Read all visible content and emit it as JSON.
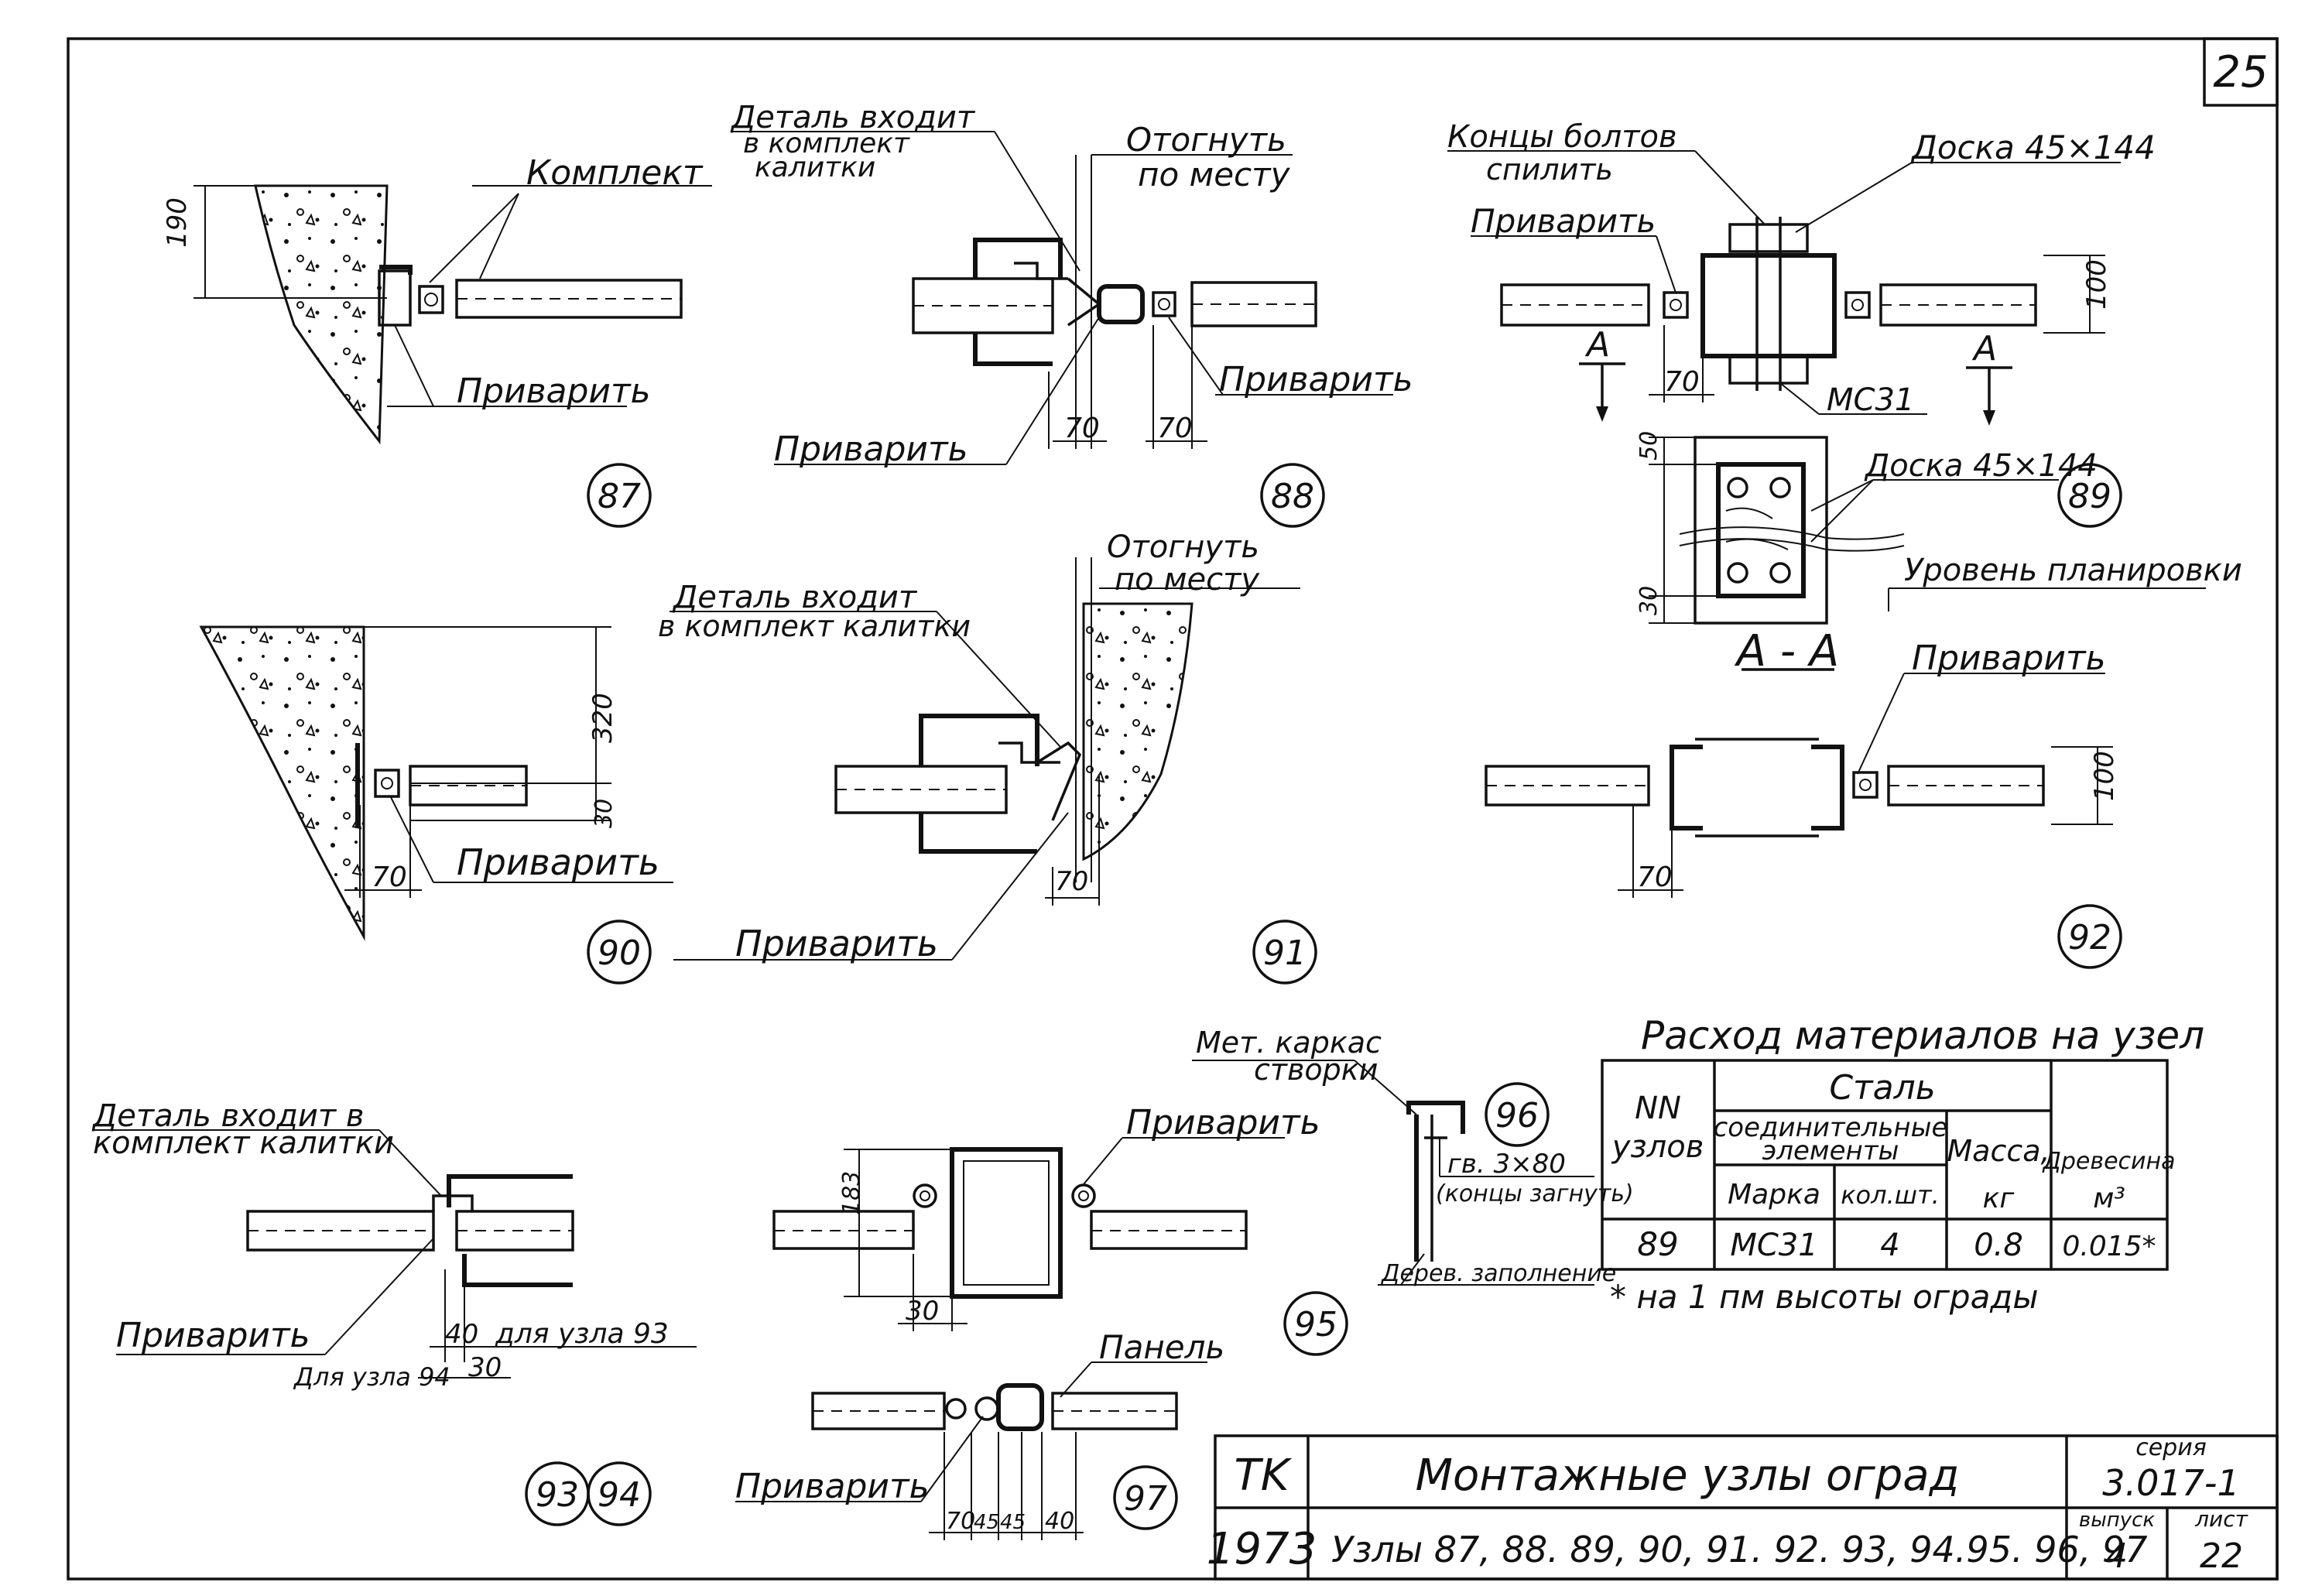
{
  "sheet": {
    "sheet_no": "25",
    "org": "TK",
    "year": "1973",
    "title": "Монтажные узлы оград",
    "subtitle": "Узлы 87, 88. 89, 90, 91. 92. 93, 94.95. 96, 97",
    "series_label": "серия",
    "series_value": "3.017-1",
    "issue_label": "выпуск",
    "issue_value": "4",
    "list_label": "лист",
    "list_value": "22"
  },
  "nodes": {
    "n87": "87",
    "n88": "88",
    "n89": "89",
    "n90": "90",
    "n91": "91",
    "n92": "92",
    "n93": "93",
    "n94": "94",
    "n95": "95",
    "n96": "96",
    "n97": "97"
  },
  "labels": {
    "komplekt": "Комплект",
    "privarit": "Приварить",
    "detal_kalitki_2line_a": "Деталь входит",
    "detal_kalitki_2line_b": "в комплект",
    "detal_kalitki_2line_c": "калитки",
    "detal_kalitki_91_a": "Деталь входит",
    "detal_kalitki_91_b": "в комплект калитки",
    "detal_kalitki_93_a": "Деталь входит в",
    "detal_kalitki_93_b": "комплект калитки",
    "otognut_a": "Отогнуть",
    "otognut_b": "по месту",
    "koncy_boltov_a": "Концы болтов",
    "koncy_boltov_b": "спилить",
    "doska": "Доска 45×144",
    "mc31": "МС31",
    "section_mark": "А",
    "section_aa": "А - А",
    "uroven": "Уровень планировки",
    "met_karkas_a": "Мет. каркас",
    "met_karkas_b": "створки",
    "gv_a": "гв. 3×80",
    "gv_b": "(концы загнуть)",
    "derev": "Дерев. заполнение",
    "panel": "Панель",
    "dlya93": "для узла 93",
    "dlya94": "Для узла 94"
  },
  "dims": {
    "d190": "190",
    "d70": "70",
    "d100": "100",
    "d50": "50",
    "d30": "30",
    "d320": "320",
    "d183": "183",
    "d40": "40",
    "d45": "45"
  },
  "table": {
    "caption": "Расход материалов на узел",
    "h_nn": "NN",
    "h_uzlov": "узлов",
    "h_stal": "Сталь",
    "h_soed": "соединительные",
    "h_elem": "элементы",
    "h_marka": "Марка",
    "h_kol": "кол.шт.",
    "h_massa": "Масса,",
    "h_kg": "кг",
    "h_drev": "Древесина",
    "h_m3": "м³",
    "row": [
      "89",
      "МС31",
      "4",
      "0.8",
      "0.015*"
    ],
    "note": "* на 1 пм высоты ограды"
  }
}
